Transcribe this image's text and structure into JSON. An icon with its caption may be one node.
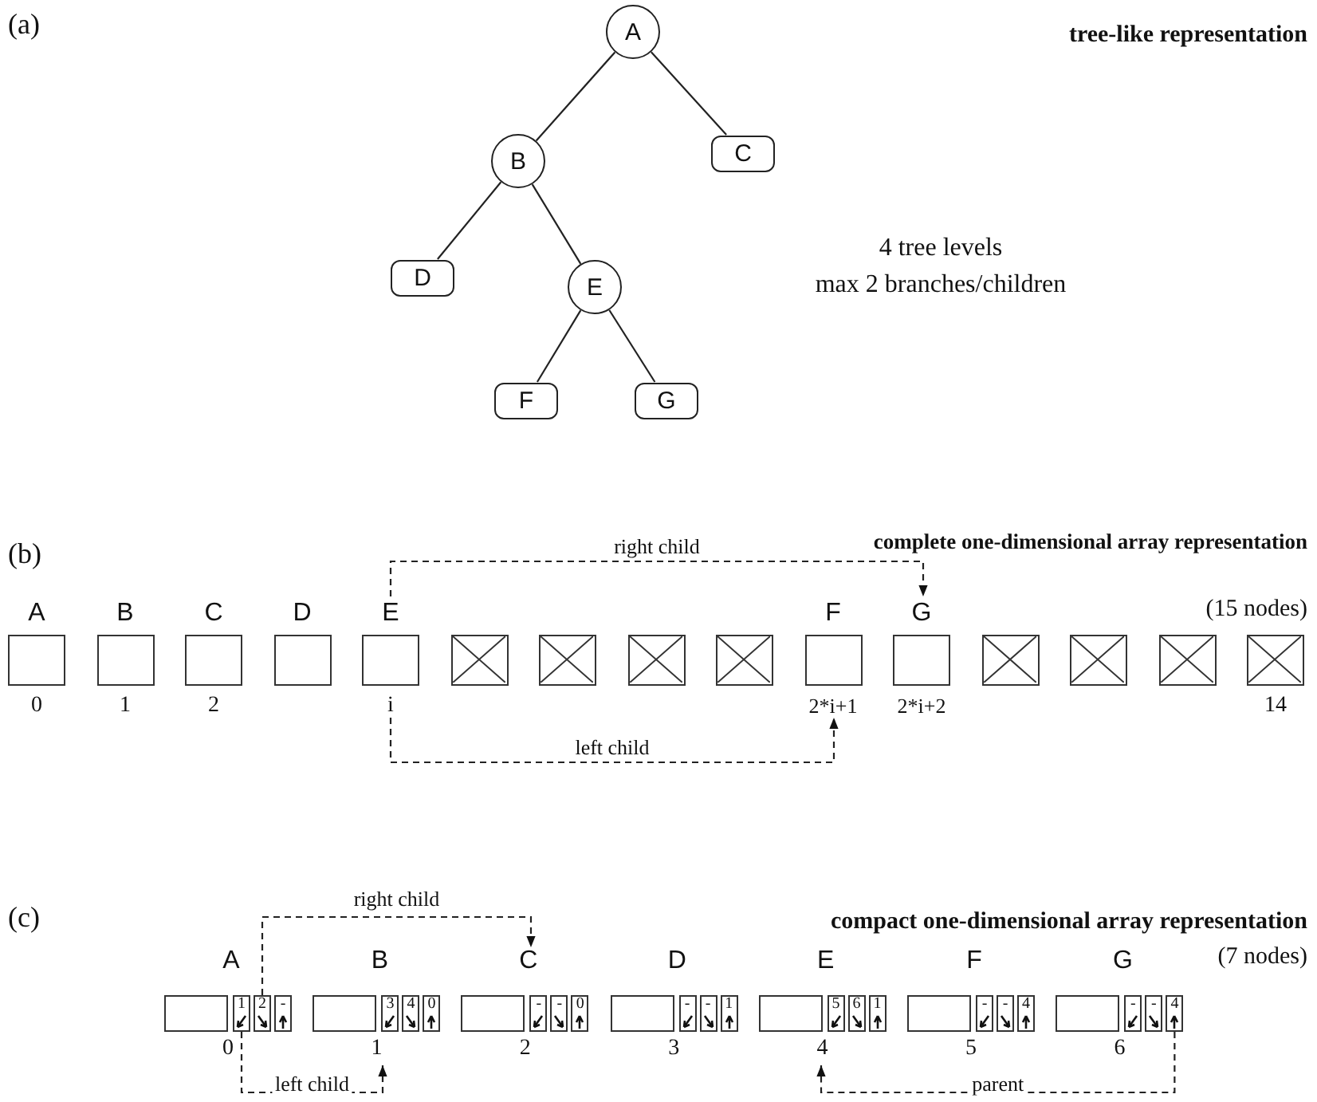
{
  "diagram": {
    "nodes": [
      {
        "text": [
          "A"
        ]
      },
      {
        "text": [
          "B"
        ]
      },
      {
        "text": [
          "C"
        ]
      },
      {
        "text": [
          "D"
        ]
      },
      {
        "text": [
          "E"
        ]
      },
      {
        "text": [
          "F"
        ]
      },
      {
        "text": [
          "G"
        ]
      },
      {
        "text": [
          "A"
        ],
        "beside": [
          "0"
        ]
      },
      {
        "text": [
          "B"
        ],
        "beside": [
          "1"
        ]
      },
      {
        "text": [
          "C"
        ],
        "beside": [
          "2"
        ]
      },
      {
        "text": [
          "D"
        ]
      },
      {
        "text": [
          "E"
        ],
        "beside": [
          "i"
        ]
      },
      {
        "text": [],
        "shape": "box"
      },
      {
        "text": [],
        "shape": "box"
      },
      {
        "text": [],
        "shape": "box"
      },
      {
        "text": [],
        "shape": "box"
      },
      {
        "text": [
          "F"
        ],
        "beside": [
          "2*i+1"
        ]
      },
      {
        "text": [
          "G"
        ],
        "beside": [
          "2*i+2"
        ]
      },
      {
        "text": [],
        "shape": "box"
      },
      {
        "text": [],
        "shape": "box"
      },
      {
        "text": [],
        "shape": "box"
      },
      {
        "text": [],
        "shape": "box",
        "beside": [
          "14"
        ]
      },
      {
        "text": [
          "A"
        ],
        "beside": [
          "0"
        ]
      },
      {
        "text": [
          "1"
        ]
      },
      {
        "text": [
          "2"
        ]
      },
      {
        "text": [
          "-"
        ]
      },
      {
        "text": [
          "B"
        ],
        "beside": [
          "1"
        ]
      },
      {
        "text": [
          "3"
        ]
      },
      {
        "text": [
          "4"
        ]
      },
      {
        "text": [
          "0"
        ]
      },
      {
        "text": [
          "C"
        ],
        "beside": [
          "2"
        ]
      },
      {
        "text": [
          "-"
        ]
      },
      {
        "text": [
          "-"
        ]
      },
      {
        "text": [
          "0"
        ]
      },
      {
        "text": [
          "D"
        ],
        "beside": [
          "3"
        ]
      },
      {
        "text": [
          "-"
        ]
      },
      {
        "text": [
          "-"
        ]
      },
      {
        "text": [
          "1"
        ]
      },
      {
        "text": [
          "E"
        ],
        "beside": [
          "4"
        ]
      },
      {
        "text": [
          "5"
        ]
      },
      {
        "text": [
          "6"
        ]
      },
      {
        "text": [
          "1"
        ]
      },
      {
        "text": [
          "F"
        ],
        "beside": [
          "5"
        ]
      },
      {
        "text": [
          "-"
        ]
      },
      {
        "text": [
          "-"
        ]
      },
      {
        "text": [
          "4"
        ]
      },
      {
        "text": [
          "G"
        ],
        "beside": [
          "6"
        ]
      },
      {
        "text": [
          "-"
        ]
      },
      {
        "text": [
          "-"
        ]
      },
      {
        "text": [
          "4"
        ]
      }
    ],
    "edges": [
      {
        "from": 0,
        "to": 1,
        "arrow": "none"
      },
      {
        "from": 0,
        "to": 2,
        "arrow": "none"
      },
      {
        "from": 1,
        "to": 3,
        "arrow": "none"
      },
      {
        "from": 1,
        "to": 4,
        "arrow": "none"
      },
      {
        "from": 4,
        "to": 5,
        "arrow": "none"
      },
      {
        "from": 4,
        "to": 6,
        "arrow": "none"
      },
      {
        "from": 11,
        "to": 17,
        "arrow": "to",
        "label": "right child",
        "style": "dashed"
      },
      {
        "from": 11,
        "to": 16,
        "arrow": "to",
        "label": "left child",
        "style": "dashed"
      },
      {
        "from": 24,
        "to": 30,
        "arrow": "to",
        "label": "right child",
        "style": "dashed"
      },
      {
        "from": 23,
        "to": 26,
        "arrow": "to",
        "label": "left child",
        "style": "dashed"
      },
      {
        "from": 49,
        "to": 38,
        "arrow": "to",
        "label": "parent",
        "style": "dashed"
      }
    ],
    "labels": [
      "(a)",
      "tree-like representation",
      "4 tree levels",
      "max 2 branches/children",
      "(b)",
      "complete one-dimensional array representation",
      "(15 nodes)",
      "(c)",
      "compact one-dimensional array representation",
      "(7 nodes)"
    ]
  }
}
